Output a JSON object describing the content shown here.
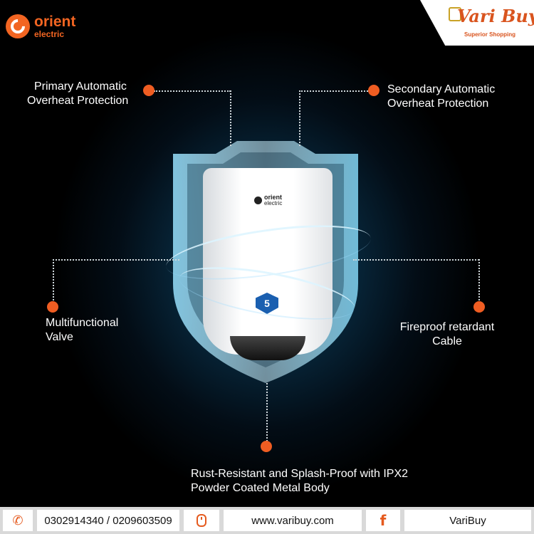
{
  "brand": {
    "name": "orient",
    "sub": "electric",
    "accent": "#f26522"
  },
  "varibuy": {
    "logo": "Vari Buy",
    "tagline": "Superior Shopping"
  },
  "heater": {
    "logo_name": "orient",
    "logo_sub": "electric",
    "badge": "5"
  },
  "features": {
    "primary": {
      "line1": "Primary Automatic",
      "line2": "Overheat Protection"
    },
    "secondary": {
      "line1": "Secondary Automatic",
      "line2": "Overheat Protection"
    },
    "valve": {
      "line1": "Multifunctional",
      "line2": "Valve"
    },
    "cable": {
      "line1": "Fireproof retardant",
      "line2": "Cable"
    },
    "body": {
      "line1": "Rust-Resistant and Splash-Proof with  IPX2",
      "line2": "Powder Coated Metal Body"
    }
  },
  "footer": {
    "phone": "0302914340 / 0209603509",
    "website": "www.varibuy.com",
    "facebook_icon": "f",
    "facebook_name": "VariBuy"
  }
}
